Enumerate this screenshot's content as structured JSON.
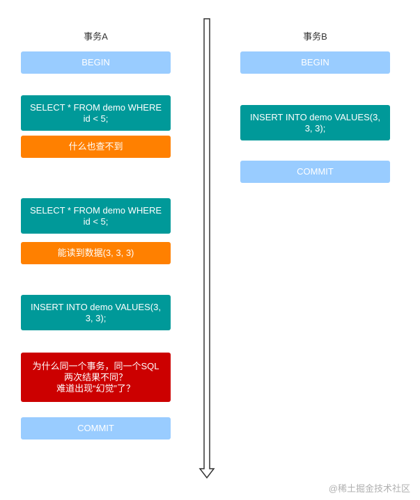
{
  "columns": {
    "a_title": "事务A",
    "b_title": "事务B"
  },
  "transaction_a": {
    "begin": "BEGIN",
    "select_1": "SELECT * FROM demo WHERE id < 5;",
    "result_1": "什么也查不到",
    "select_2": "SELECT * FROM demo WHERE id < 5;",
    "result_2": "能读到数据(3, 3, 3)",
    "insert": "INSERT INTO demo VALUES(3, 3, 3);",
    "error": "为什么同一个事务，同一个SQL\n两次结果不同？\n难道出现“幻觉”了？",
    "commit": "COMMIT"
  },
  "transaction_b": {
    "begin": "BEGIN",
    "insert": "INSERT INTO demo VALUES(3, 3, 3);",
    "commit": "COMMIT"
  },
  "watermark": "@稀土掘金技术社区",
  "colors": {
    "begin_commit": "#99ccff",
    "statement": "#009999",
    "result": "#ff8000",
    "error": "#cc0000"
  }
}
